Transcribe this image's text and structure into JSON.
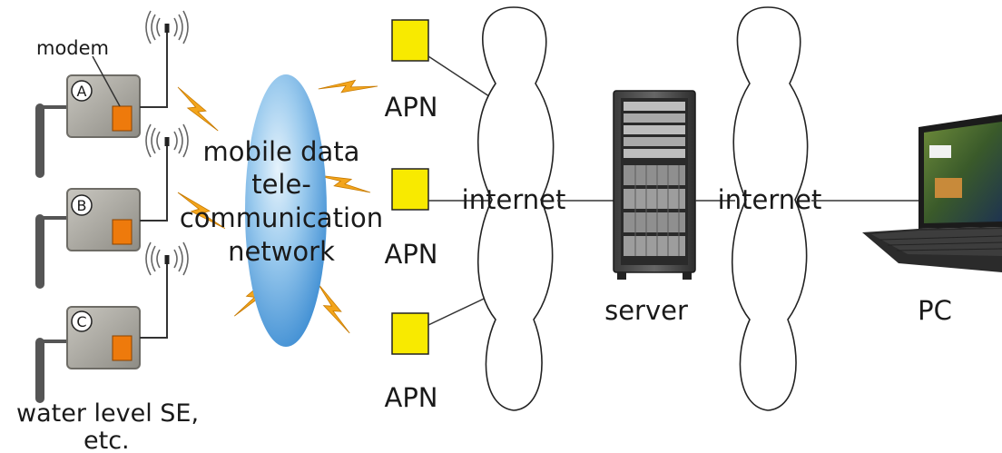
{
  "labels": {
    "modem": "modem",
    "sensor_a": "A",
    "sensor_b": "B",
    "sensor_c": "C",
    "network": [
      "mobile data",
      "tele-",
      "communication",
      "network"
    ],
    "apn_1": "APN",
    "apn_2": "APN",
    "apn_3": "APN",
    "internet_1": "internet",
    "internet_2": "internet",
    "server": "server",
    "pc": "PC",
    "sensor_caption": [
      "water level SE,",
      "etc."
    ]
  },
  "colors": {
    "network_cloud": "#5aa3dc",
    "apn_box": "#f8ea00",
    "modem": "#ee7a0c",
    "signal_bolt": "#f3a51c",
    "sensor_box": "#9c9a93"
  }
}
